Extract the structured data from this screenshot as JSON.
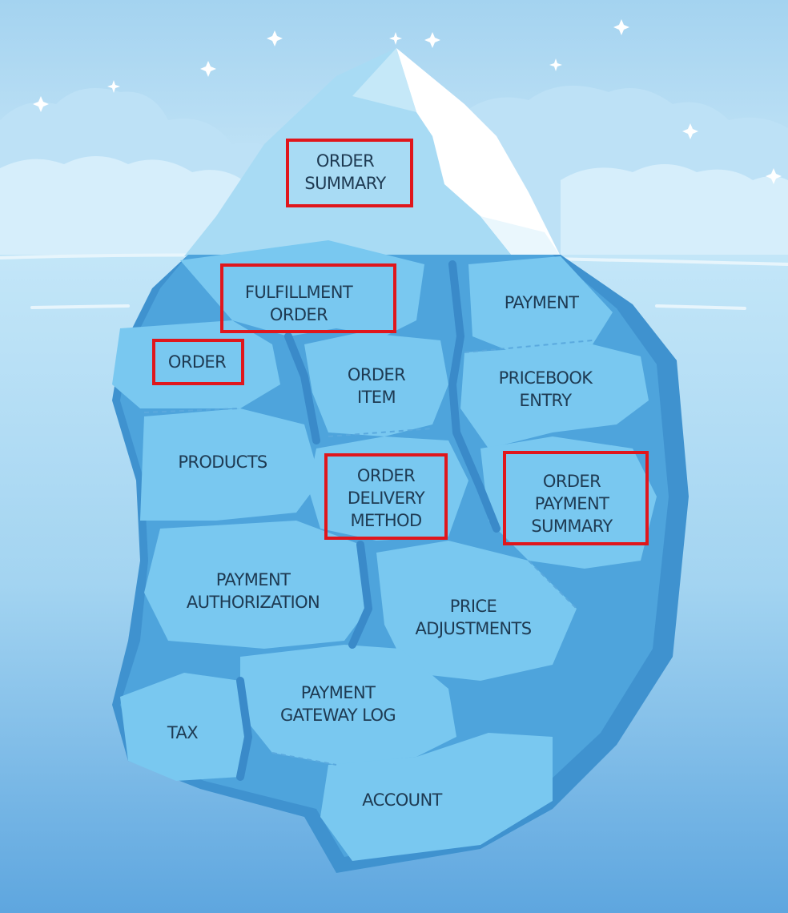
{
  "colors": {
    "sky_top": "#a9d6f1",
    "sky_bottom": "#cde9f8",
    "cloud": "#b8def5",
    "water_top": "#bfe4f7",
    "water_bottom": "#5fa6df",
    "ice_light": "#a6d9f3",
    "ice_face": "#79c7ef",
    "ice_shadow": "#4a9ed7",
    "ice_dark": "#3a8ac9",
    "snow": "#ffffff",
    "highlight": "#e0161c",
    "text": "#1e3a52"
  },
  "blocks": [
    {
      "id": "order-summary",
      "lines": [
        "ORDER",
        "SUMMARY"
      ],
      "highlighted": true
    },
    {
      "id": "fulfillment-order",
      "lines": [
        "FULFILLMENT",
        "ORDER"
      ],
      "highlighted": true
    },
    {
      "id": "payment",
      "lines": [
        "PAYMENT"
      ],
      "highlighted": false
    },
    {
      "id": "order",
      "lines": [
        "ORDER"
      ],
      "highlighted": true
    },
    {
      "id": "order-item",
      "lines": [
        "ORDER",
        "ITEM"
      ],
      "highlighted": false
    },
    {
      "id": "pricebook-entry",
      "lines": [
        "PRICEBOOK",
        "ENTRY"
      ],
      "highlighted": false
    },
    {
      "id": "products",
      "lines": [
        "PRODUCTS"
      ],
      "highlighted": false
    },
    {
      "id": "order-delivery-method",
      "lines": [
        "ORDER",
        "DELIVERY",
        "METHOD"
      ],
      "highlighted": true
    },
    {
      "id": "order-payment-summary",
      "lines": [
        "ORDER",
        "PAYMENT",
        "SUMMARY"
      ],
      "highlighted": true
    },
    {
      "id": "payment-authorization",
      "lines": [
        "PAYMENT",
        "AUTHORIZATION"
      ],
      "highlighted": false
    },
    {
      "id": "price-adjustments",
      "lines": [
        "PRICE",
        "ADJUSTMENTS"
      ],
      "highlighted": false
    },
    {
      "id": "payment-gateway-log",
      "lines": [
        "PAYMENT",
        "GATEWAY LOG"
      ],
      "highlighted": false
    },
    {
      "id": "tax",
      "lines": [
        "TAX"
      ],
      "highlighted": false
    },
    {
      "id": "account",
      "lines": [
        "ACCOUNT"
      ],
      "highlighted": false
    }
  ]
}
